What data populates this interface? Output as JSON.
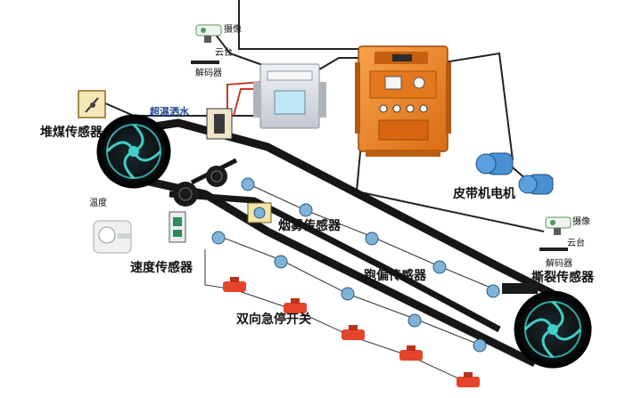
{
  "labels": {
    "coal_pile_sensor": "堆煤传感器",
    "over_temp_sprinkler": "超温洒水",
    "temperature": "温度",
    "speed_sensor": "速度传感器",
    "smoke_sensor": "烟雾传感器",
    "deviation_sensor": "跑偏传感器",
    "emergency_stop": "双向急停开关",
    "belt_motor": "皮带机电机",
    "tear_sensor": "撕裂传感器",
    "camera_top": "摄像",
    "ptz_top": "云台",
    "decoder_top": "解码器",
    "camera_right": "摄像",
    "ptz_right": "云台",
    "decoder_right": "解码器"
  },
  "colors": {
    "belt": "#161616",
    "switch_cabinet": "#f08a2c",
    "controller_panel": "#d8dde2",
    "sensor": "#7fb3d8",
    "stop_switch": "#e5442b",
    "motor": "#4a8fd0",
    "pulley_glow": "#3fd0c8"
  },
  "icons": [
    "pulley-icon",
    "camera-icon",
    "motor-icon",
    "sensor-icon",
    "stop-switch-icon"
  ]
}
